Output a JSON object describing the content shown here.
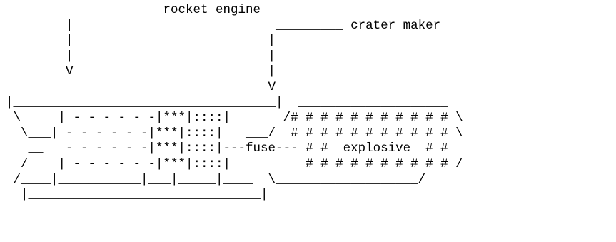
{
  "diagram": {
    "labels": {
      "rocket_engine": "rocket engine",
      "crater_maker": "crater maker",
      "fuse": "fuse",
      "explosive": "explosive"
    },
    "lines": [
      "        ____________ rocket engine",
      "        |                           _________ crater maker",
      "        |                          |",
      "        |                          |",
      "        V                          |",
      "                                   V_",
      "|___________________________________|  ____________________",
      " \\     | - - - - - -|***|::::|       /# # # # # # # # # # # \\",
      "  \\___| - - - - - -|***|::::|   ___/  # # # # # # # # # # # \\",
      "   __   - - - - - -|***|::::|---fuse--- # #  explosive  # #",
      "  /    | - - - - - -|***|::::|   ___    # # # # # # # # # # /",
      " /____|___________|___|_____|____  \\___________________/",
      "  |_______________________________|"
    ]
  }
}
